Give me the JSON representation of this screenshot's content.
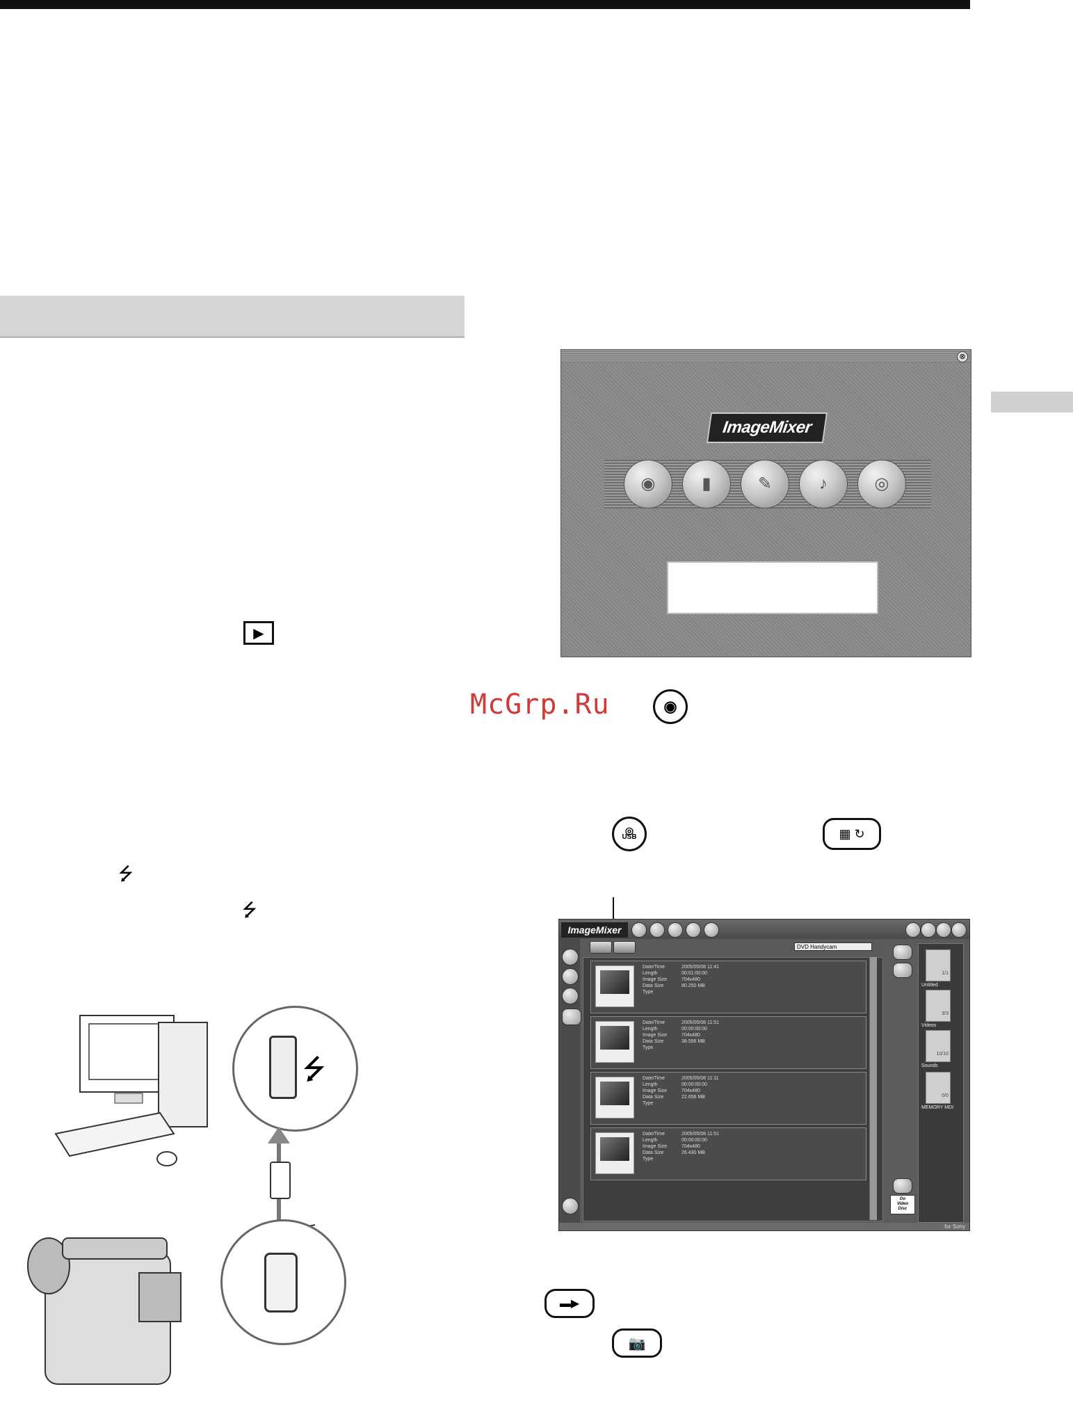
{
  "watermark": {
    "text": "McGrp.Ru"
  },
  "start_window": {
    "logo": "ImageMixer",
    "close_symbol": "⊗",
    "buttons": [
      {
        "icon": "dvd-disc-icon"
      },
      {
        "icon": "album-book-icon"
      },
      {
        "icon": "movie-clapper-icon"
      },
      {
        "icon": "disc-tools-icon"
      },
      {
        "icon": "cd-disc-icon"
      }
    ]
  },
  "main_window": {
    "logo": "ImageMixer",
    "dropdown": "DVD Handycam",
    "brand": "for Sony",
    "dvd_badge": [
      "Do",
      "Video",
      "Disc"
    ],
    "clip_fields": [
      "Date/Time",
      "Length",
      "Image Size",
      "Data Size",
      "Type"
    ],
    "clips": [
      {
        "date": "2005/05/08 11:41",
        "length": "00:01:00:00",
        "size": "704x480",
        "data": "80.250 MB"
      },
      {
        "date": "2005/05/08 11:51",
        "length": "00:00:00:00",
        "size": "704x480",
        "data": "38.556 MB"
      },
      {
        "date": "2005/05/08 11:11",
        "length": "00:00:00:00",
        "size": "704x480",
        "data": "22.656 MB"
      },
      {
        "date": "2005/05/08 11:51",
        "length": "00:00:00:00",
        "size": "704x480",
        "data": "26.430 MB"
      }
    ],
    "albums": [
      {
        "count": "1/1",
        "label": "Untitled"
      },
      {
        "count": "3/3",
        "label": "Videos"
      },
      {
        "count": "10/10",
        "label": "Sounds"
      },
      {
        "count": "0/0",
        "label": "MEMORY MDI"
      }
    ]
  },
  "inline_icons": {
    "play_symbol": "▶",
    "usb_symbol": "⭍",
    "usb_label": "USB",
    "camera_symbol": "📷"
  }
}
